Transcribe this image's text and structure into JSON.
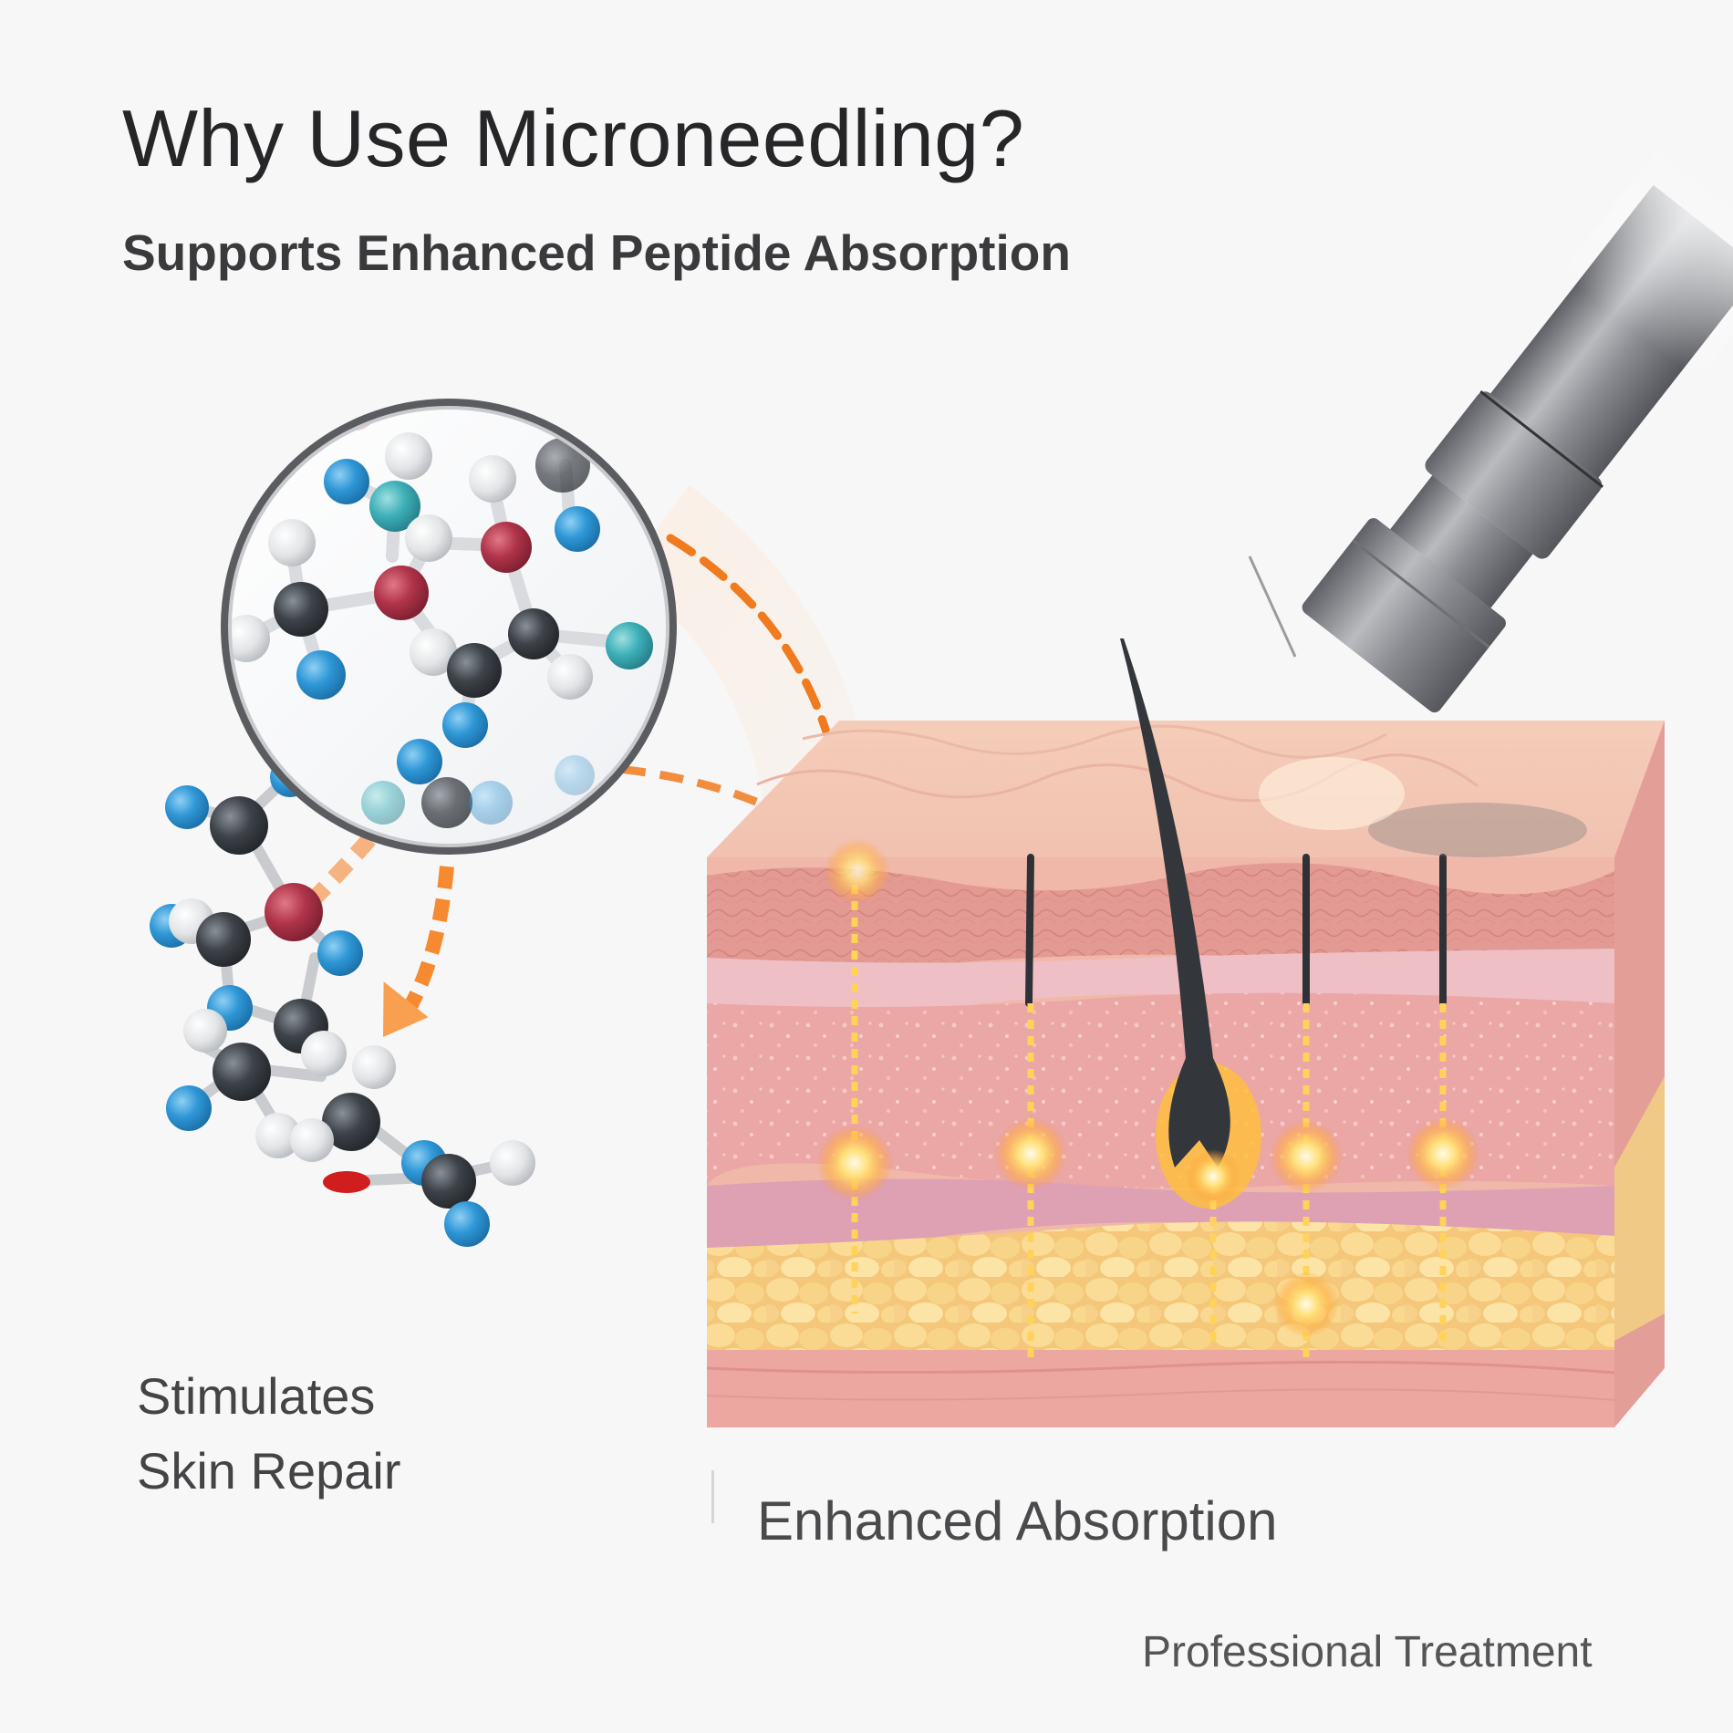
{
  "header": {
    "title": "Why Use Microneedling?",
    "subtitle": "Supports Enhanced Peptide Absorption"
  },
  "labels": {
    "skin_repair_line1": "Stimulates",
    "skin_repair_line2": "Skin Repair",
    "enhanced_absorption": "Enhanced Absorption",
    "professional_treatment": "Professional Treatment"
  },
  "illustration": {
    "elements": [
      "magnifier-molecule",
      "peptide-molecule-chain",
      "skin-cross-section",
      "microneedling-device",
      "hair-follicle",
      "absorption-channels",
      "dashed-arrows"
    ],
    "absorption_channel_count": 5,
    "colors": {
      "arrow": "#f07a1e",
      "glow": "#ffd45a",
      "epidermis": "#f2c0b0",
      "dermis": "#eaa7a7",
      "fat": "#f5cf7e",
      "atom_blue": "#2f97d6",
      "atom_dark": "#3e4349",
      "atom_red": "#b0344a",
      "atom_white": "#e6e8ea",
      "device": "#8d8f93"
    }
  }
}
